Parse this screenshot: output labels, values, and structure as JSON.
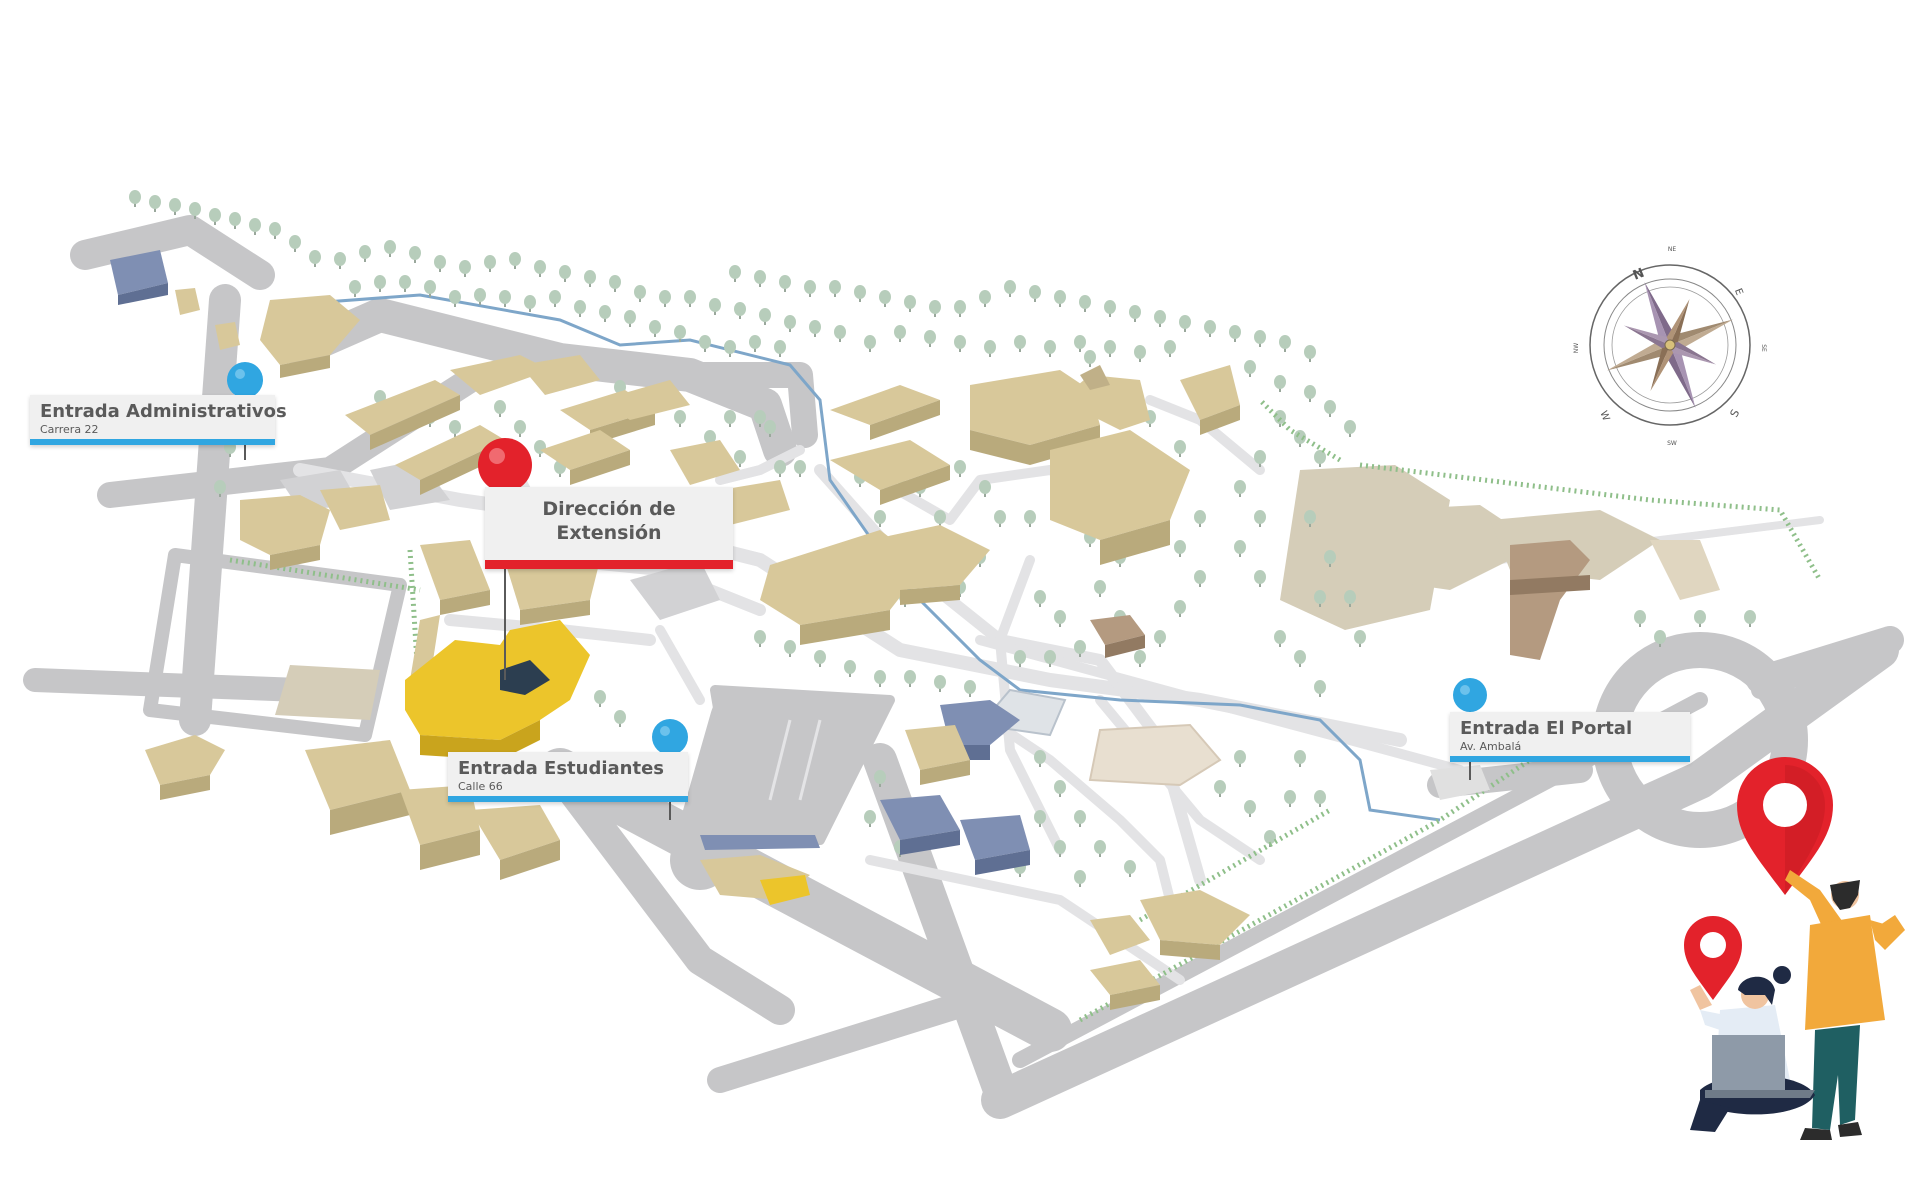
{
  "map": {
    "colors": {
      "road": "#c6c6c8",
      "path": "#e3e3e5",
      "building": "#d8c89a",
      "building_side": "#b9aa7c",
      "building_dark": "#a3906a",
      "highlight_building": "#ecc52b",
      "field": "#d5cdb8",
      "blue_building": "#7f8fb3",
      "brown_building": "#b49a80",
      "tree": "#b7cdbb",
      "tree_border": "#8fbf8a",
      "river": "#7ea6c9",
      "pin_blue": "#30a6e1",
      "pin_red": "#e3222b",
      "label_bg": "#f0f0f0",
      "label_text": "#5a5a5a"
    },
    "labels": {
      "administrativos": {
        "title": "Entrada Administrativos",
        "subtitle": "Carrera 22"
      },
      "extension": {
        "line1": "Dirección de",
        "line2": "Extensión"
      },
      "estudiantes": {
        "title": "Entrada Estudiantes",
        "subtitle": "Calle 66"
      },
      "portal": {
        "title": "Entrada El Portal",
        "subtitle": "Av. Ambalá"
      }
    },
    "compass": {
      "letters": {
        "n": "N",
        "ne": "NE",
        "e": "E",
        "se": "SE",
        "s": "S",
        "sw": "SW",
        "w": "W",
        "nw": "NW"
      }
    },
    "icons": {
      "pin": "map-pin-icon",
      "location": "location-marker-icon",
      "compass": "compass-rose-icon",
      "laptop": "laptop-icon"
    }
  }
}
